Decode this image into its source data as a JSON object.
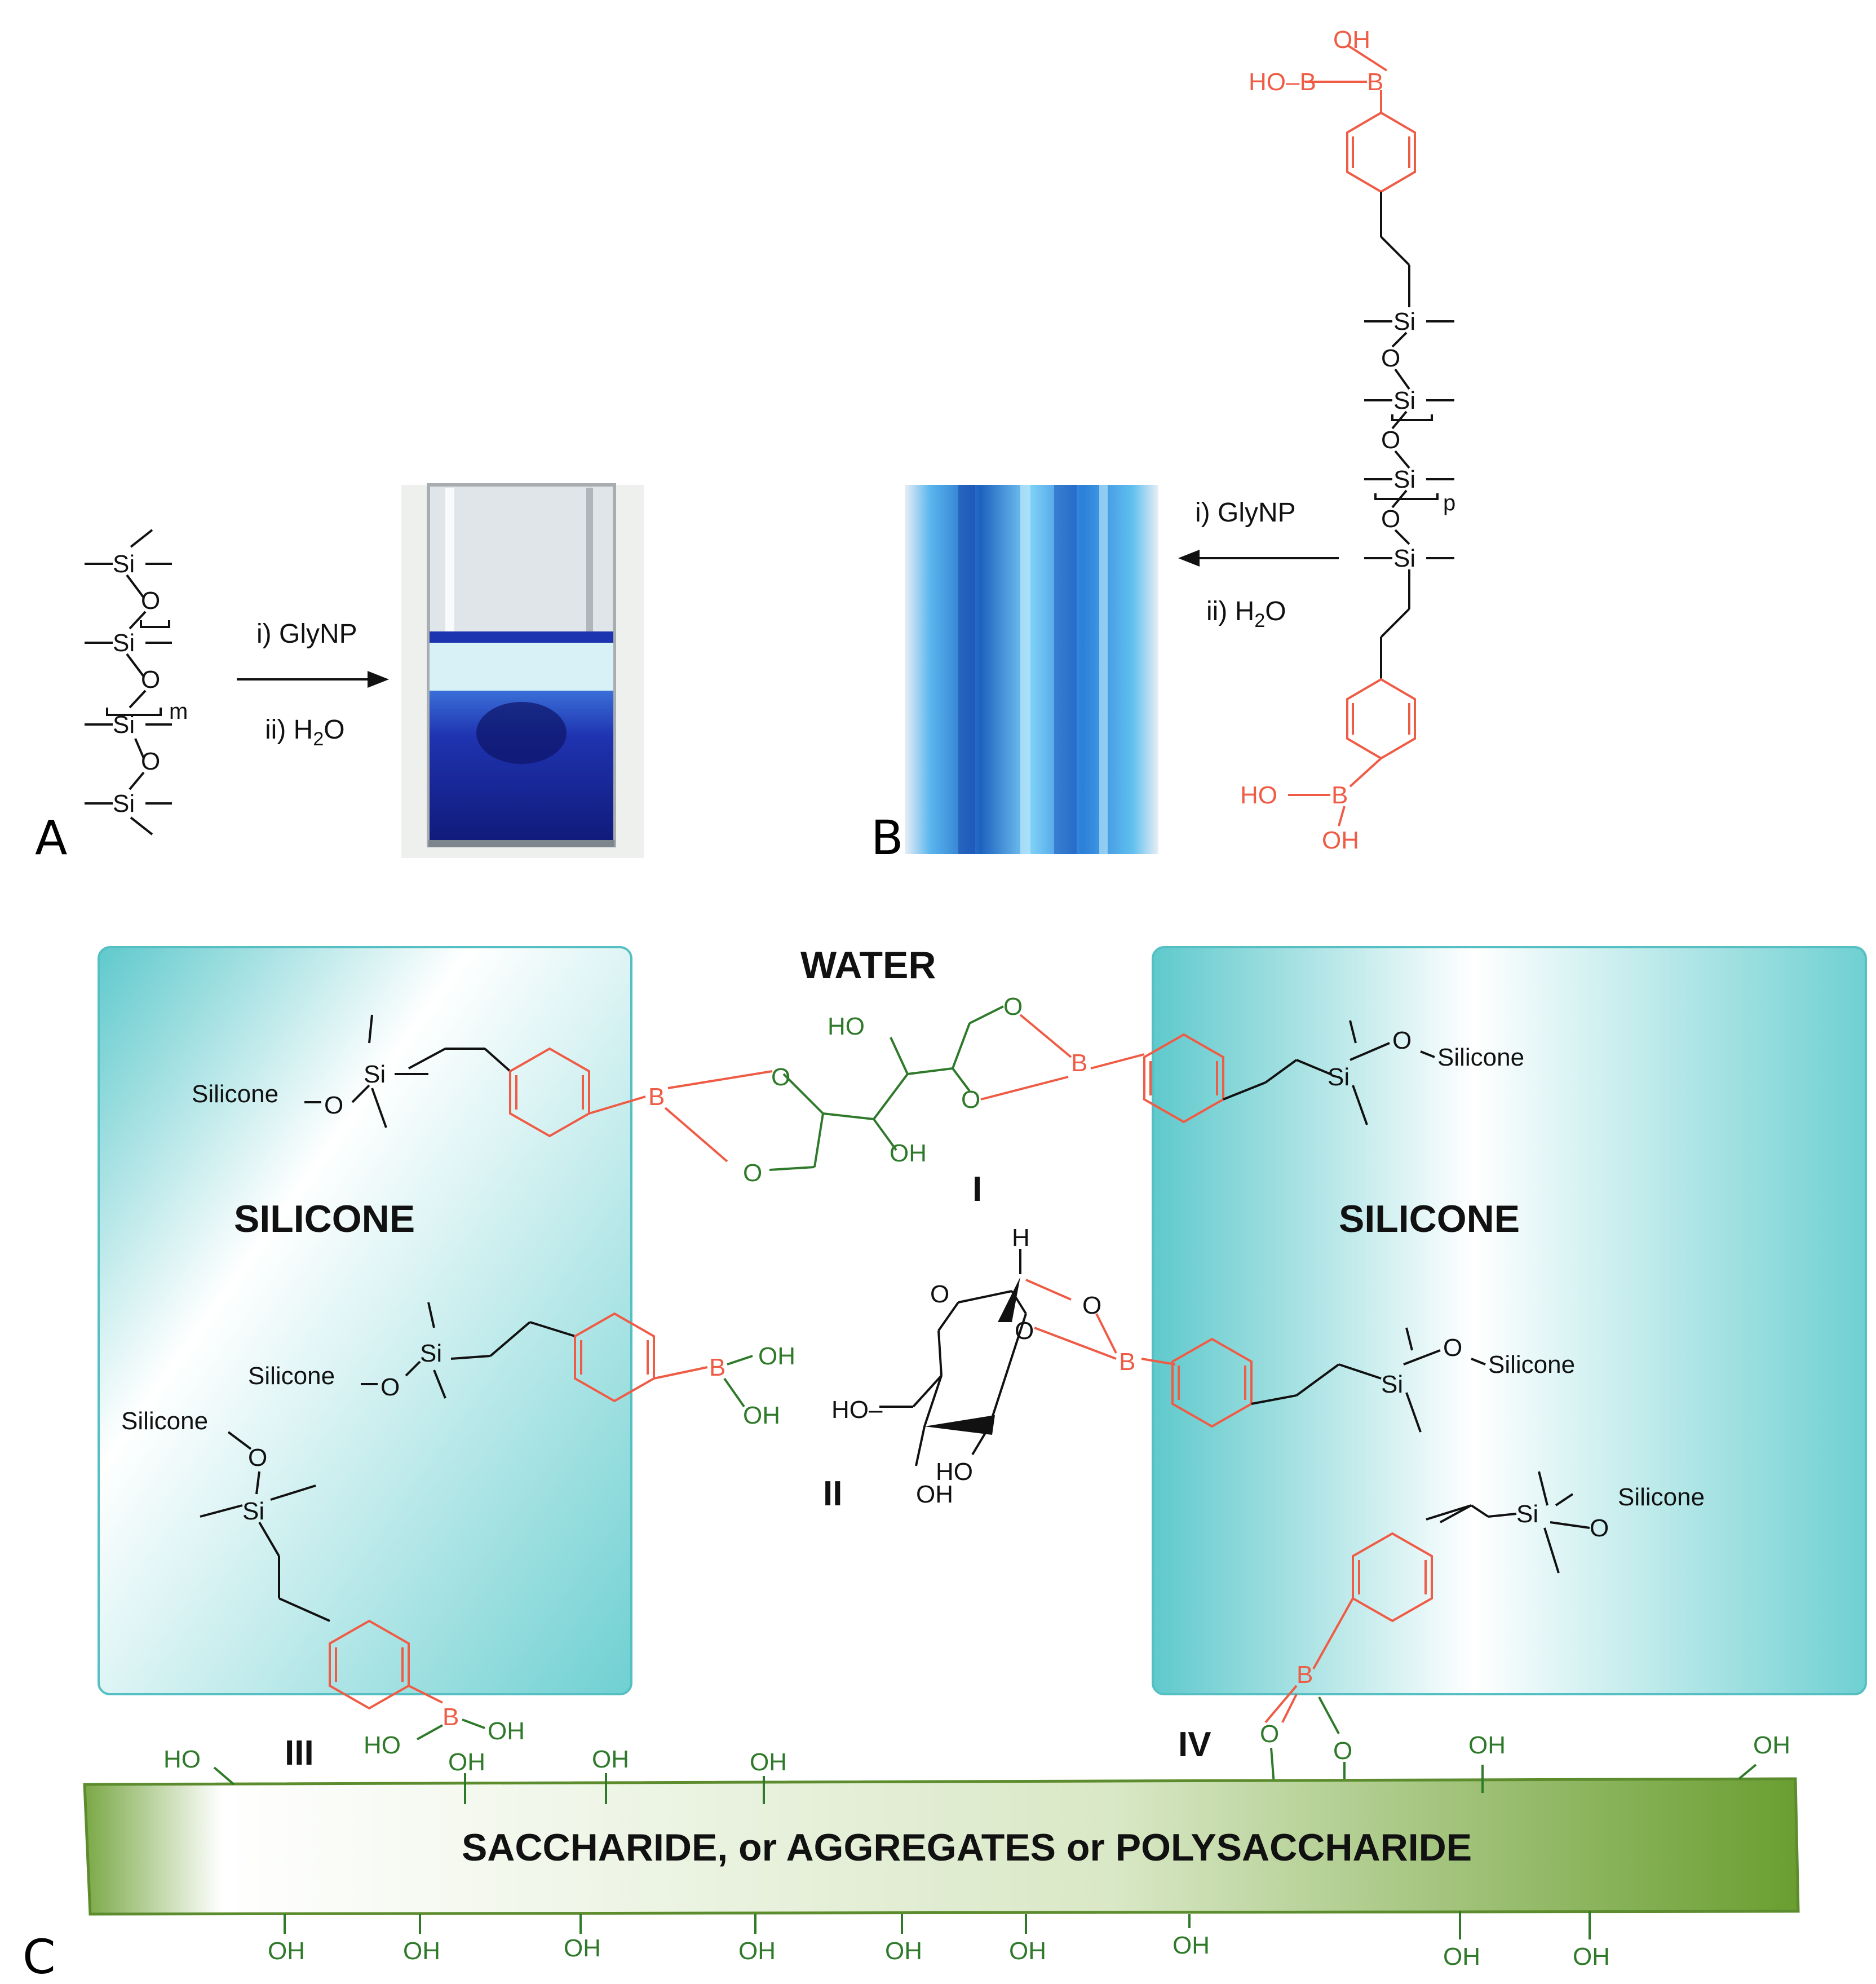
{
  "colors": {
    "boronic": "#ef5b45",
    "saccharide": "#2f7a2a",
    "silicone_box": "#6fcfd1",
    "vial_blue": "#1d2fa8",
    "fiber_blue": "#3a9fe0",
    "bar_green": "#6fa23a"
  },
  "panels": {
    "a_letter": "A",
    "b_letter": "B",
    "c_letter": "C"
  },
  "panel_a": {
    "step1": "i) GlyNP",
    "step2_prefix": "ii) H",
    "step2_sub": "2",
    "step2_suffix": "O",
    "repeat_index": "m",
    "si_label": "Si",
    "o_label": "O"
  },
  "panel_b": {
    "step1": "i) GlyNP",
    "step2_prefix": "ii) H",
    "step2_sub": "2",
    "step2_suffix": "O",
    "repeat_index": "p",
    "oh_label": "OH",
    "ho_b_label": "HO–B",
    "si_label": "Si",
    "o_label": "O"
  },
  "panel_c": {
    "water": "WATER",
    "silicone_left": "SILICONE",
    "silicone_right": "SILICONE",
    "bar_text": "SACCHARIDE, or AGGREGATES or POLYSACCHARIDE",
    "roman_1": "I",
    "roman_2": "II",
    "roman_3": "III",
    "roman_4": "IV",
    "silicone_word": "Silicone",
    "b_label": "B",
    "o_label": "O",
    "oh_label": "OH",
    "ho_label": "HO",
    "h_label": "H",
    "si_label": "Si"
  }
}
